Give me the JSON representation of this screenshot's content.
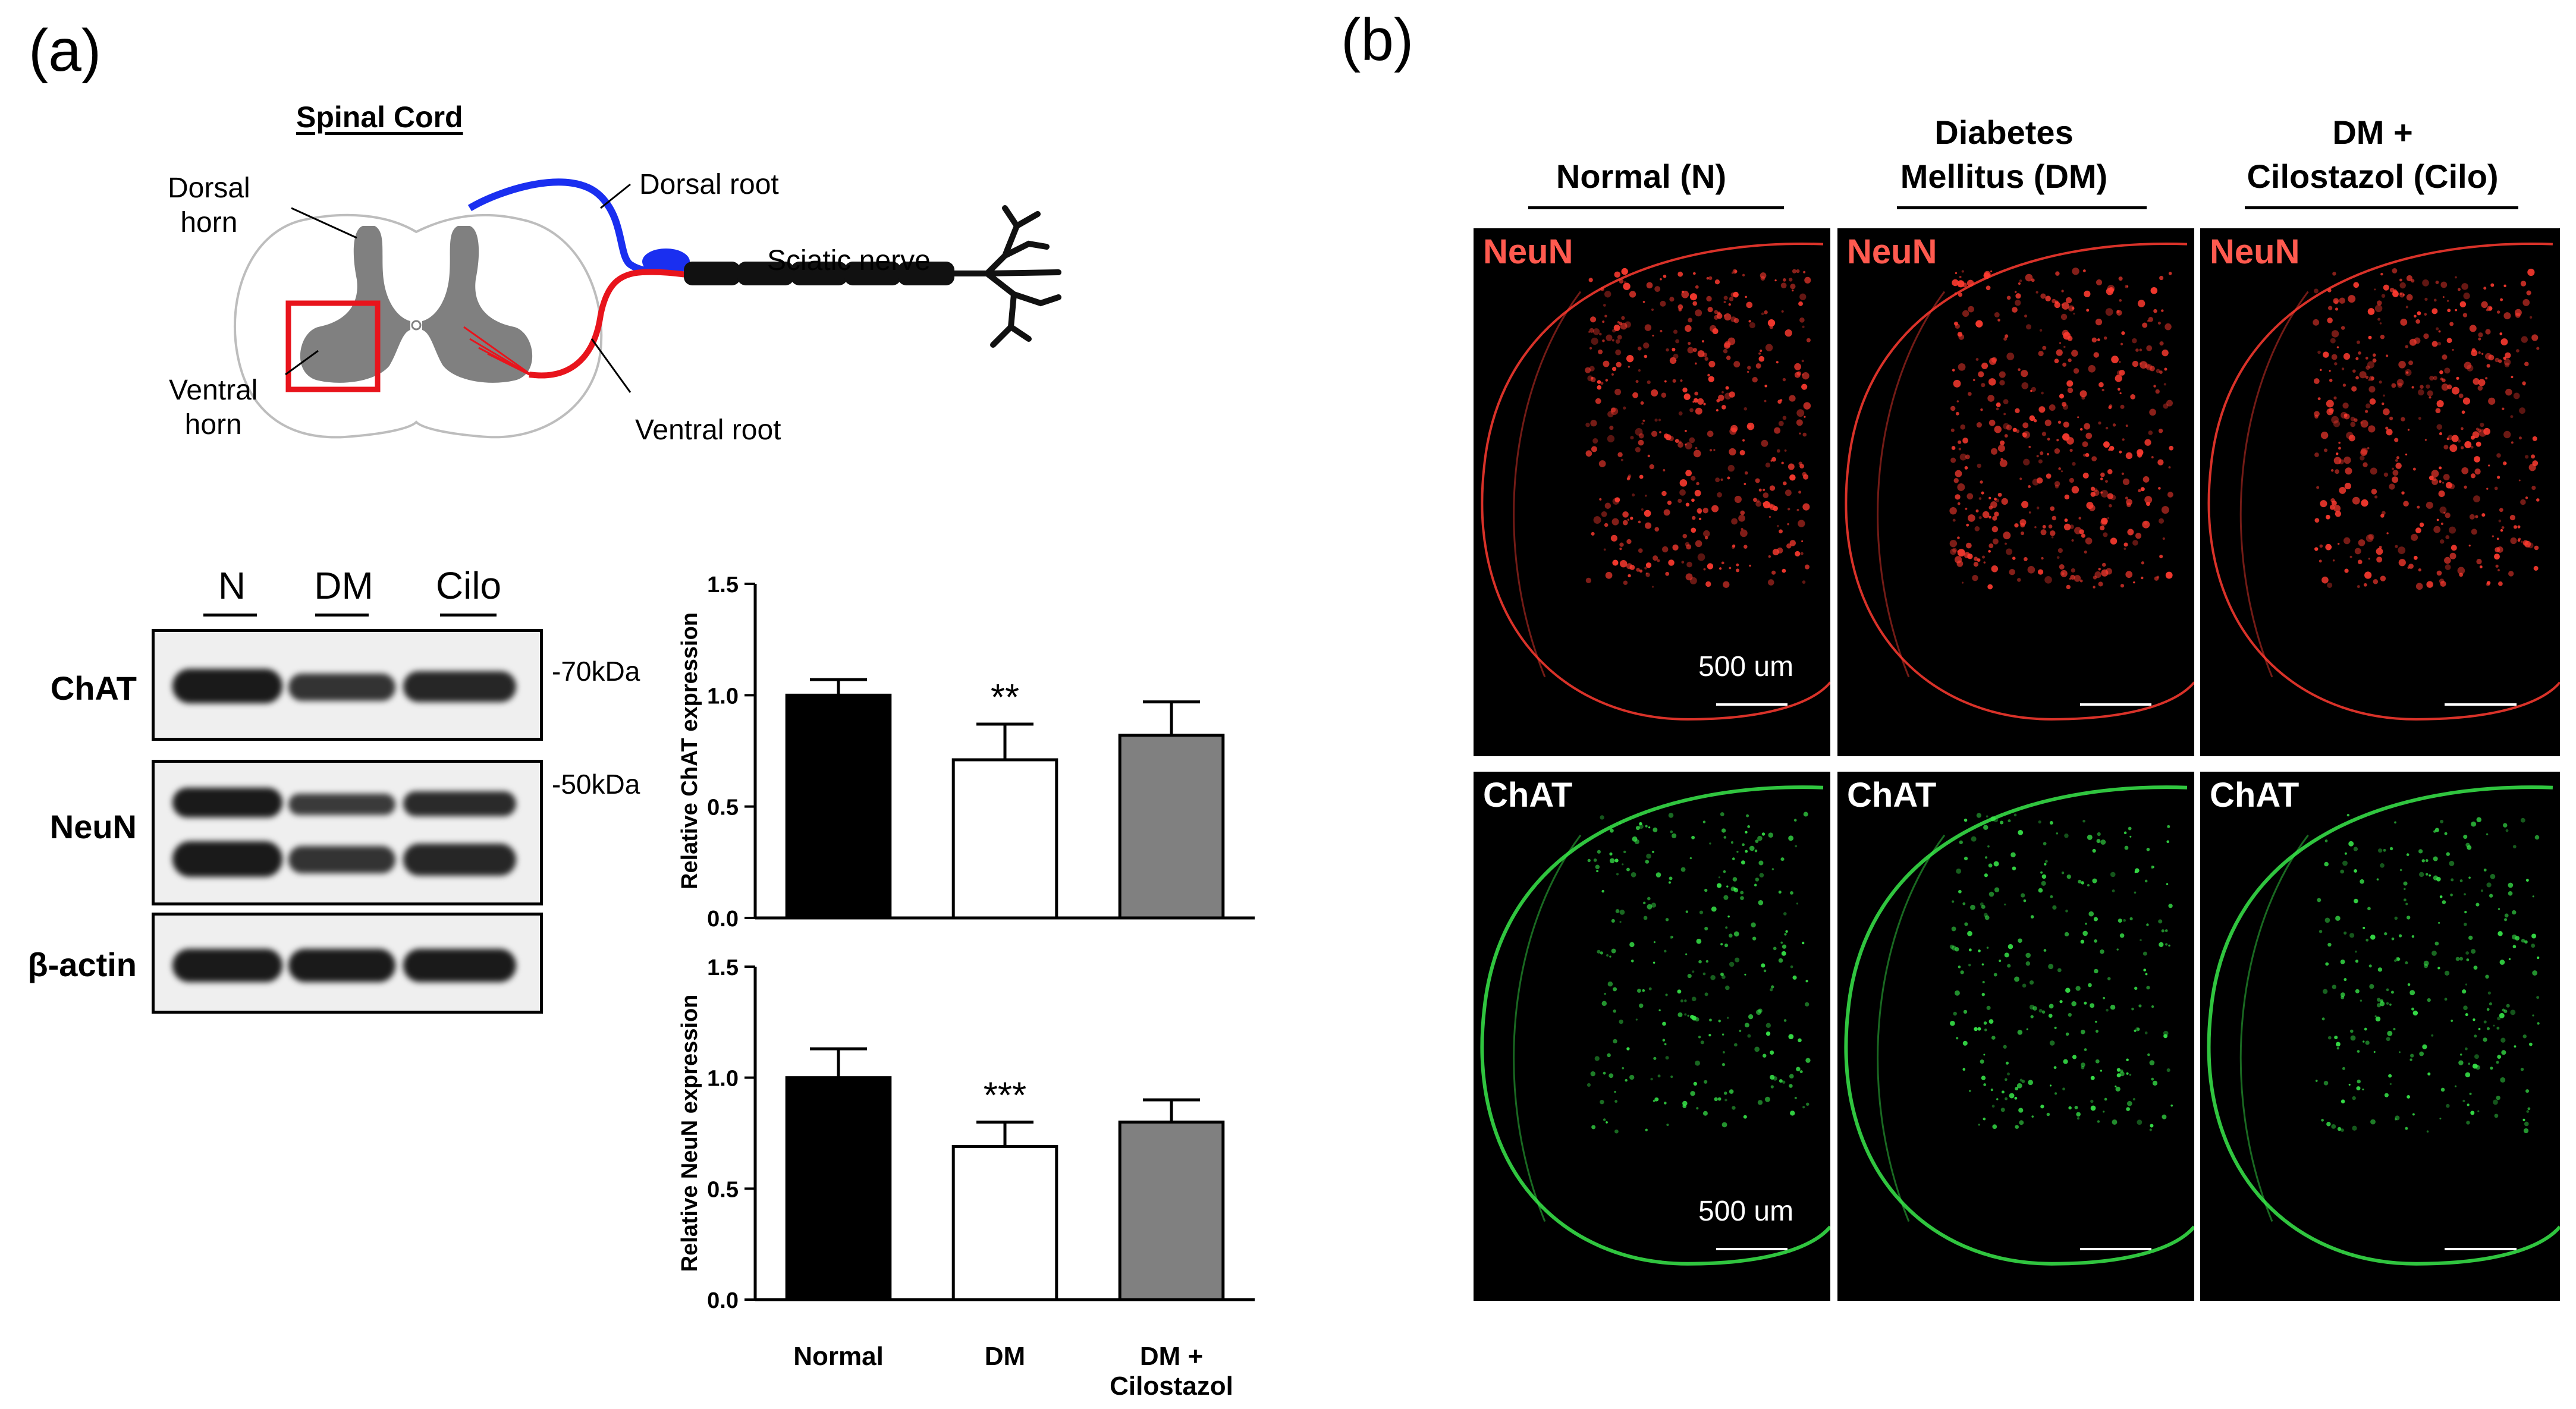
{
  "panel_a": {
    "label": "(a)",
    "diagram": {
      "title": "Spinal Cord",
      "dorsal_horn": "Dorsal\nhorn",
      "ventral_horn": "Ventral\nhorn",
      "dorsal_root": "Dorsal root",
      "ventral_root": "Ventral root",
      "sciatic_nerve": "Sciatic nerve"
    },
    "western_blot": {
      "lanes": [
        "N",
        "DM",
        "Cilo"
      ],
      "rows": [
        "ChAT",
        "NeuN",
        "β-actin"
      ],
      "markers": [
        "-70kDa",
        "-50kDa"
      ]
    }
  },
  "panel_b": {
    "label": "(b)",
    "columns": [
      "Normal (N)",
      "Diabetes\nMellitus (DM)",
      "DM +\nCilostazol (Cilo)"
    ],
    "rows": [
      {
        "stain": "NeuN",
        "color": "#ff5a4f"
      },
      {
        "stain": "ChAT",
        "color": "#ffffff"
      }
    ],
    "scale_label": "500 um"
  },
  "chart_data": [
    {
      "type": "bar",
      "categories": [
        "Normal",
        "DM",
        "DM +\nCilostazol"
      ],
      "values": [
        1.0,
        0.71,
        0.82
      ],
      "errors": [
        0.07,
        0.16,
        0.15
      ],
      "ylabel": "Relative ChAT expression",
      "ylim": [
        0.0,
        1.5
      ],
      "yticks": [
        "0.0",
        "0.5",
        "1.0",
        "1.5"
      ],
      "significance": [
        "",
        "**",
        ""
      ],
      "bar_colors": [
        "#000000",
        "#ffffff",
        "#808080"
      ]
    },
    {
      "type": "bar",
      "categories": [
        "Normal",
        "DM",
        "DM +\nCilostazol"
      ],
      "values": [
        1.0,
        0.69,
        0.8
      ],
      "errors": [
        0.13,
        0.11,
        0.1
      ],
      "ylabel": "Relative NeuN expression",
      "ylim": [
        0.0,
        1.5
      ],
      "yticks": [
        "0.0",
        "0.5",
        "1.0",
        "1.5"
      ],
      "significance": [
        "",
        "***",
        ""
      ],
      "bar_colors": [
        "#000000",
        "#ffffff",
        "#808080"
      ]
    }
  ]
}
